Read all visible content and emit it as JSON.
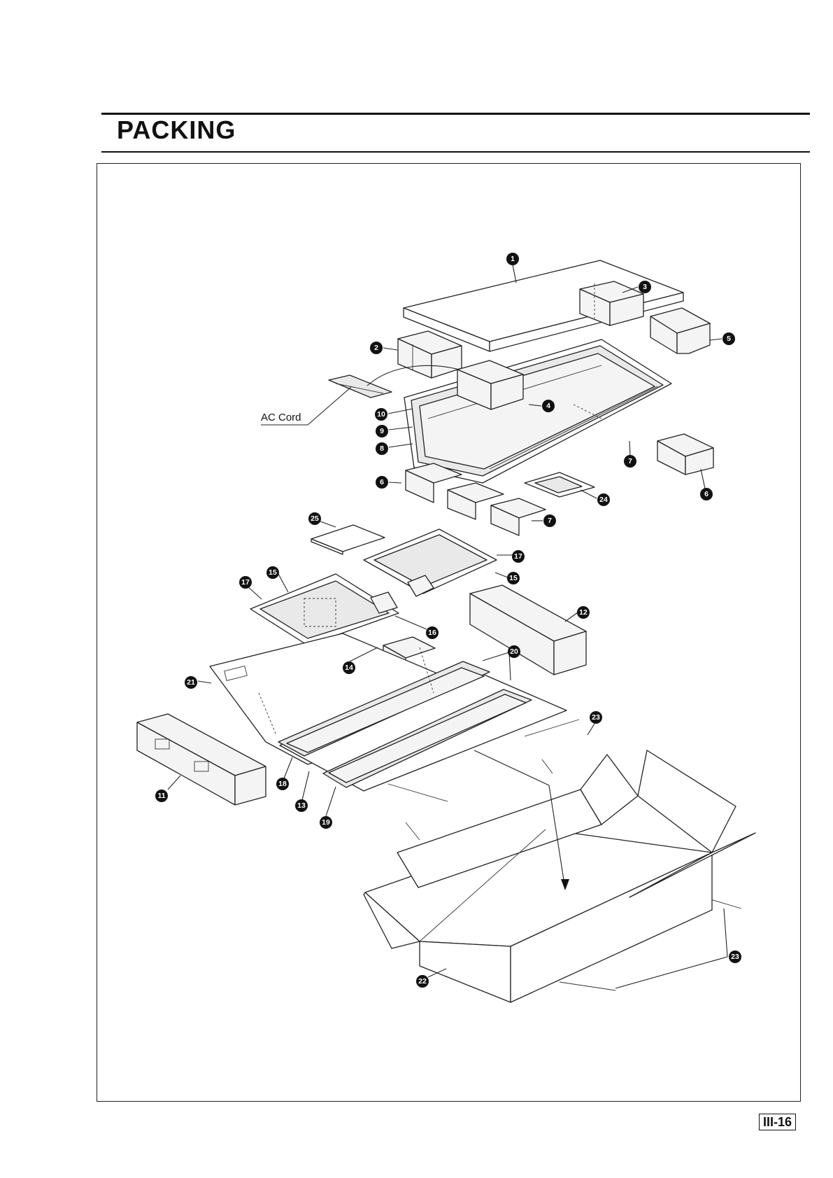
{
  "page": {
    "title": "PACKING",
    "page_number": "III-16"
  },
  "figure": {
    "label_ac_cord": "AC Cord",
    "callouts": [
      "1",
      "2",
      "3",
      "4",
      "5",
      "6",
      "7",
      "8",
      "9",
      "10",
      "11",
      "12",
      "13",
      "14",
      "15",
      "16",
      "17",
      "18",
      "19",
      "20",
      "21",
      "22",
      "23",
      "24",
      "25"
    ]
  }
}
